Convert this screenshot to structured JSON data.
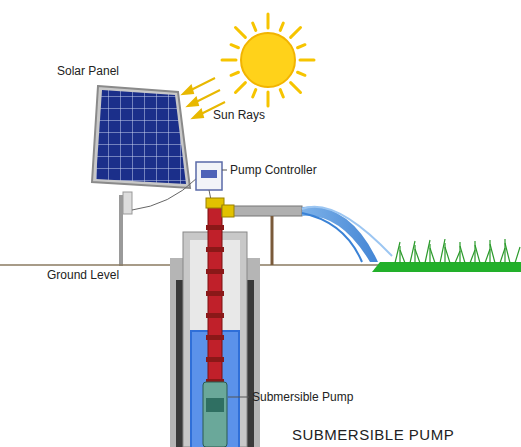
{
  "diagram": {
    "title": "SUBMERSIBLE PUMP",
    "labels": [
      "Solar Panel",
      "Sun Rays",
      "Pump Controller",
      "Ground Level",
      "Submersible Pump"
    ]
  }
}
